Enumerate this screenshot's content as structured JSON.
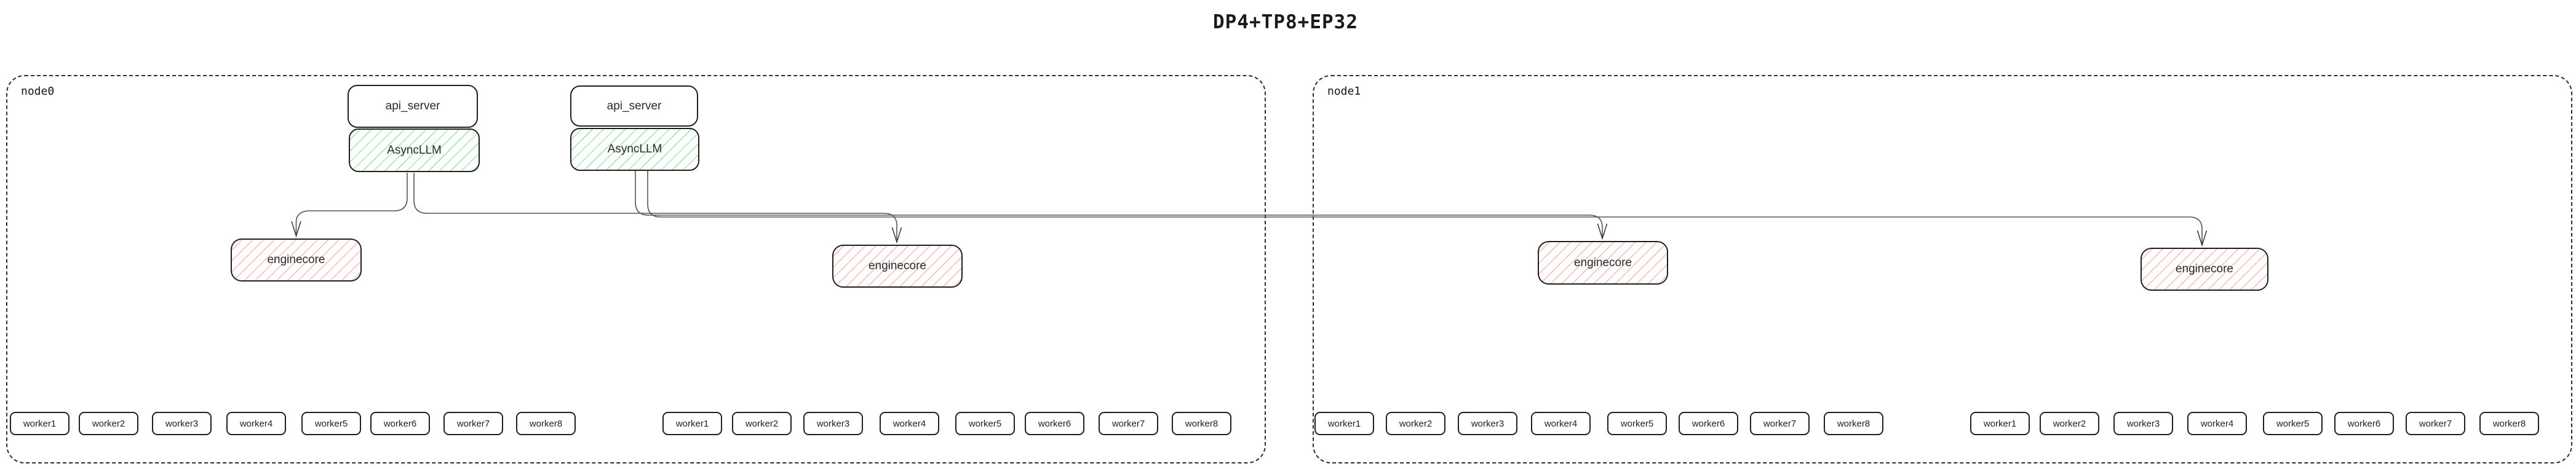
{
  "title": "DP4+TP8+EP32",
  "nodes": [
    {
      "label": "node0",
      "stacks": [
        {
          "api_server": "api_server",
          "async_llm": "AsyncLLM"
        },
        {
          "api_server": "api_server",
          "async_llm": "AsyncLLM"
        }
      ],
      "enginecores": [
        "enginecore",
        "enginecore"
      ],
      "worker_groups": [
        [
          "worker1",
          "worker2",
          "worker3",
          "worker4",
          "worker5",
          "worker6",
          "worker7",
          "worker8"
        ],
        [
          "worker1",
          "worker2",
          "worker3",
          "worker4",
          "worker5",
          "worker6",
          "worker7",
          "worker8"
        ]
      ]
    },
    {
      "label": "node1",
      "stacks": [],
      "enginecores": [
        "enginecore",
        "enginecore"
      ],
      "worker_groups": [
        [
          "worker1",
          "worker2",
          "worker3",
          "worker4",
          "worker5",
          "worker6",
          "worker7",
          "worker8"
        ],
        [
          "worker1",
          "worker2",
          "worker3",
          "worker4",
          "worker5",
          "worker6",
          "worker7",
          "worker8"
        ]
      ]
    }
  ],
  "colors": {
    "async_llm_hatch": "#abe3bd",
    "enginecore_hatch": "#f2bcb4",
    "edge_line": "#555555",
    "arrowhead": "#333333",
    "box_border": "#1f1f1f",
    "node_border": "#2e2e2e",
    "text": "#1a1a1a"
  }
}
